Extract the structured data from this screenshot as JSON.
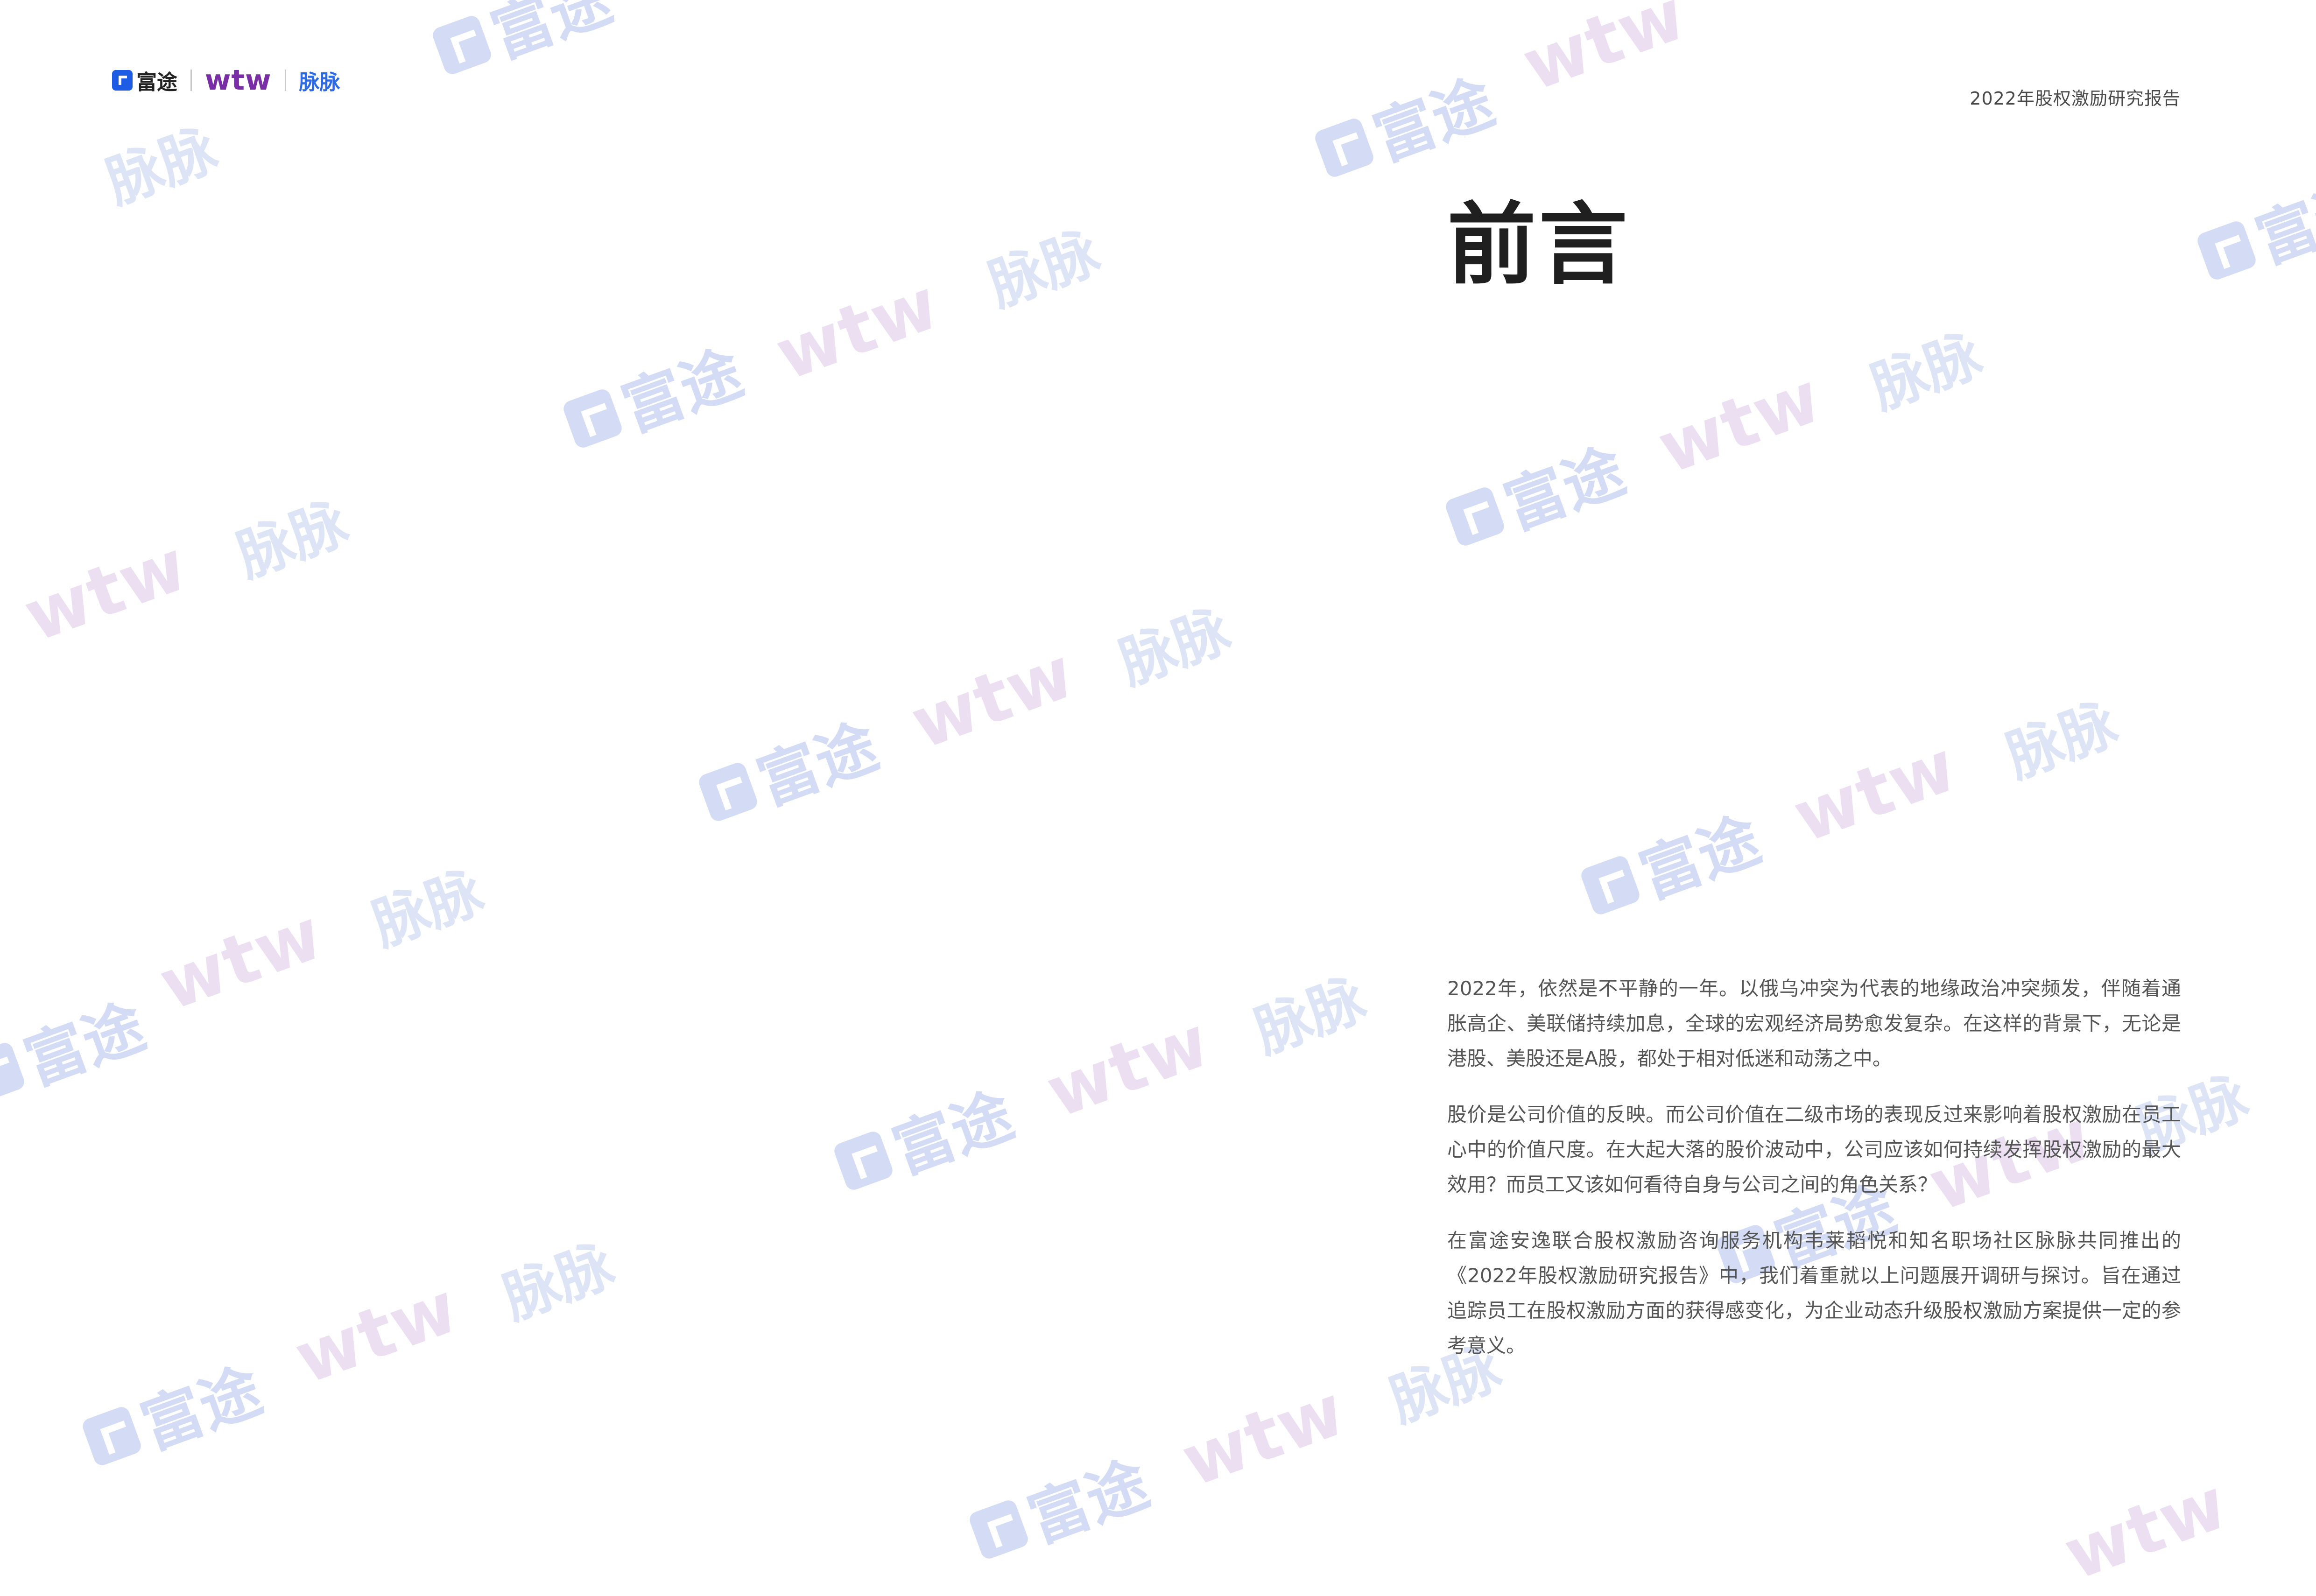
{
  "header": {
    "logo_futu_text": "富途",
    "logo_wtw_text": "wtw",
    "logo_maimai_text": "脉脉",
    "report_title": "2022年股权激励研究报告"
  },
  "page": {
    "heading": "前言",
    "paragraphs": [
      "2022年，依然是不平静的一年。以俄乌冲突为代表的地缘政治冲突频发，伴随着通胀高企、美联储持续加息，全球的宏观经济局势愈发复杂。在这样的背景下，无论是港股、美股还是A股，都处于相对低迷和动荡之中。",
      "股价是公司价值的反映。而公司价值在二级市场的表现反过来影响着股权激励在员工心中的价值尺度。在大起大落的股价波动中，公司应该如何持续发挥股权激励的最大效用？而员工又该如何看待自身与公司之间的角色关系？",
      "在富途安逸联合股权激励咨询服务机构韦莱韬悦和知名职场社区脉脉共同推出的《2022年股权激励研究报告》中，我们着重就以上问题展开调研与探讨。旨在通过追踪员工在股权激励方面的获得感变化，为企业动态升级股权激励方案提供一定的参考意义。"
    ]
  },
  "watermark": {
    "futu": "富途",
    "wtw": "wtw",
    "maimai": "脉脉",
    "colors": {
      "futu": "#d3dcf4",
      "wtw": "#ecdff2",
      "maimai": "#dce4f5"
    }
  },
  "colors": {
    "futu_blue": "#1f5ce6",
    "wtw_purple": "#7a2ea6",
    "maimai_blue": "#2d6ae3"
  }
}
